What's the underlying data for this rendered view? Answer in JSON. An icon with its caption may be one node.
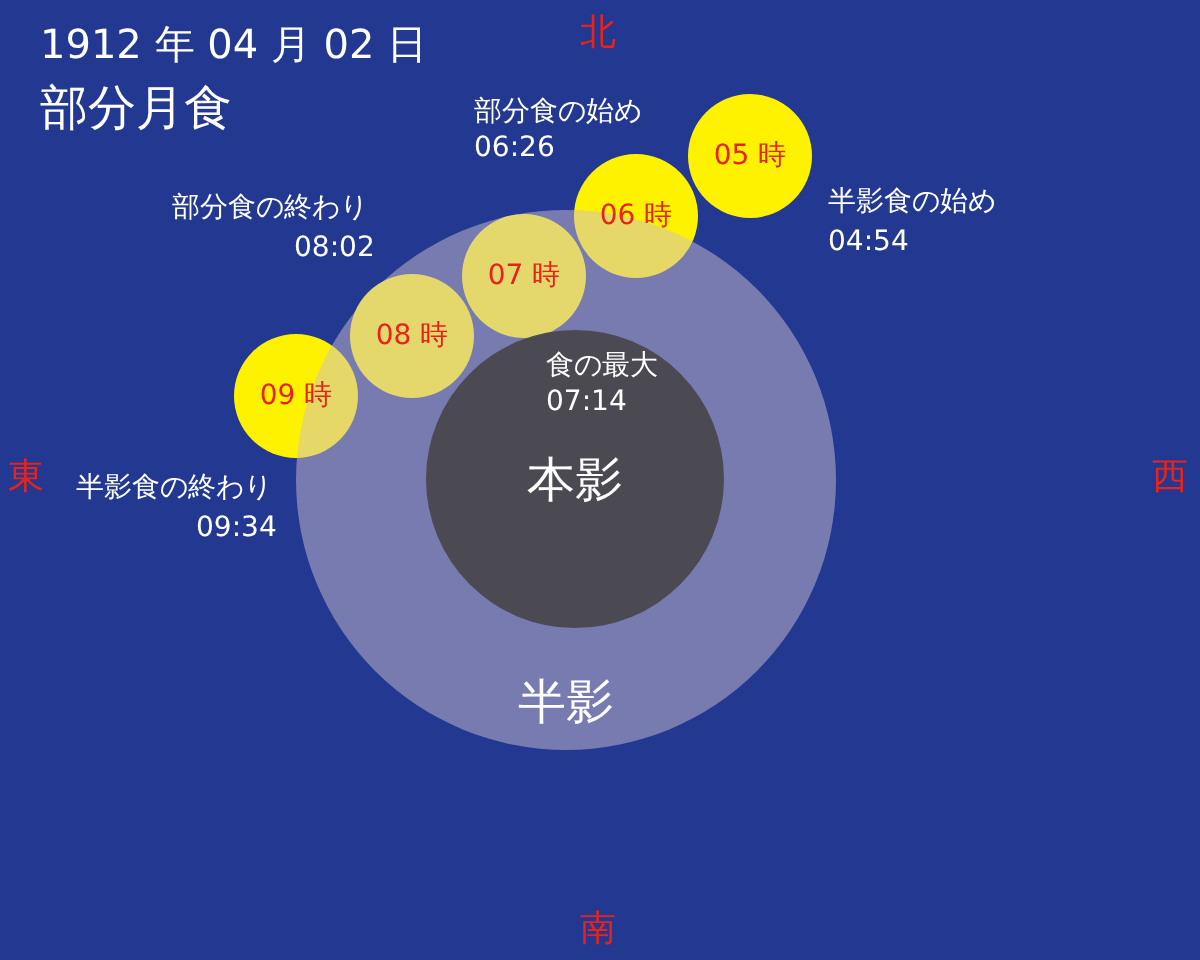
{
  "diagram": {
    "title": "1912 年 04 月 02 日",
    "nodes": [
      {
        "text": [
          "半影"
        ]
      },
      {
        "text": [
          "本影"
        ],
        "in": 0
      },
      {
        "text": [
          "05 時"
        ]
      },
      {
        "text": [
          "06 時"
        ]
      },
      {
        "text": [
          "07 時"
        ],
        "in": 0
      },
      {
        "text": [
          "08 時"
        ],
        "in": 0
      },
      {
        "text": [
          "09 時"
        ]
      }
    ],
    "labels": [
      "部分月食",
      "北",
      "部分食の始め",
      "06:26",
      "部分食の終わり",
      "08:02",
      "半影食の始め",
      "04:54",
      "食の最大",
      "07:14",
      "東",
      "西",
      "半影食の終わり",
      "09:34",
      "南"
    ]
  }
}
